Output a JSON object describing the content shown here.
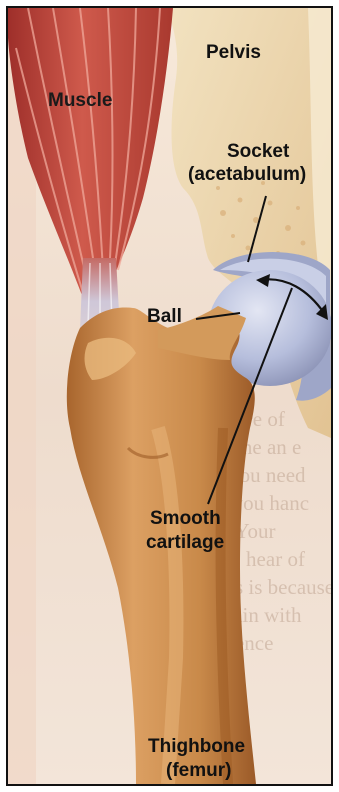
{
  "labels": {
    "muscle": "Muscle",
    "pelvis": "Pelvis",
    "socket": "Socket",
    "acetabulum": "(acetabulum)",
    "ball": "Ball",
    "smooth": "Smooth",
    "cartilage": "cartilage",
    "thighbone": "Thighbone",
    "femur": "(femur)"
  },
  "background_text": [
    "can't be sure of",
    "You've done an e",
    "e where you need",
    "ce holds you hanc",
    "couldn't. Your",
    "be glad to hear of",
    "joy of this is because",
    "active again with",
    "independence"
  ],
  "colors": {
    "muscle": "#b8483f",
    "bone": "#c98a4a",
    "cartilage": "#aeb7d8",
    "pelvis": "#ead2a8",
    "skin": "#f0dcc6"
  }
}
